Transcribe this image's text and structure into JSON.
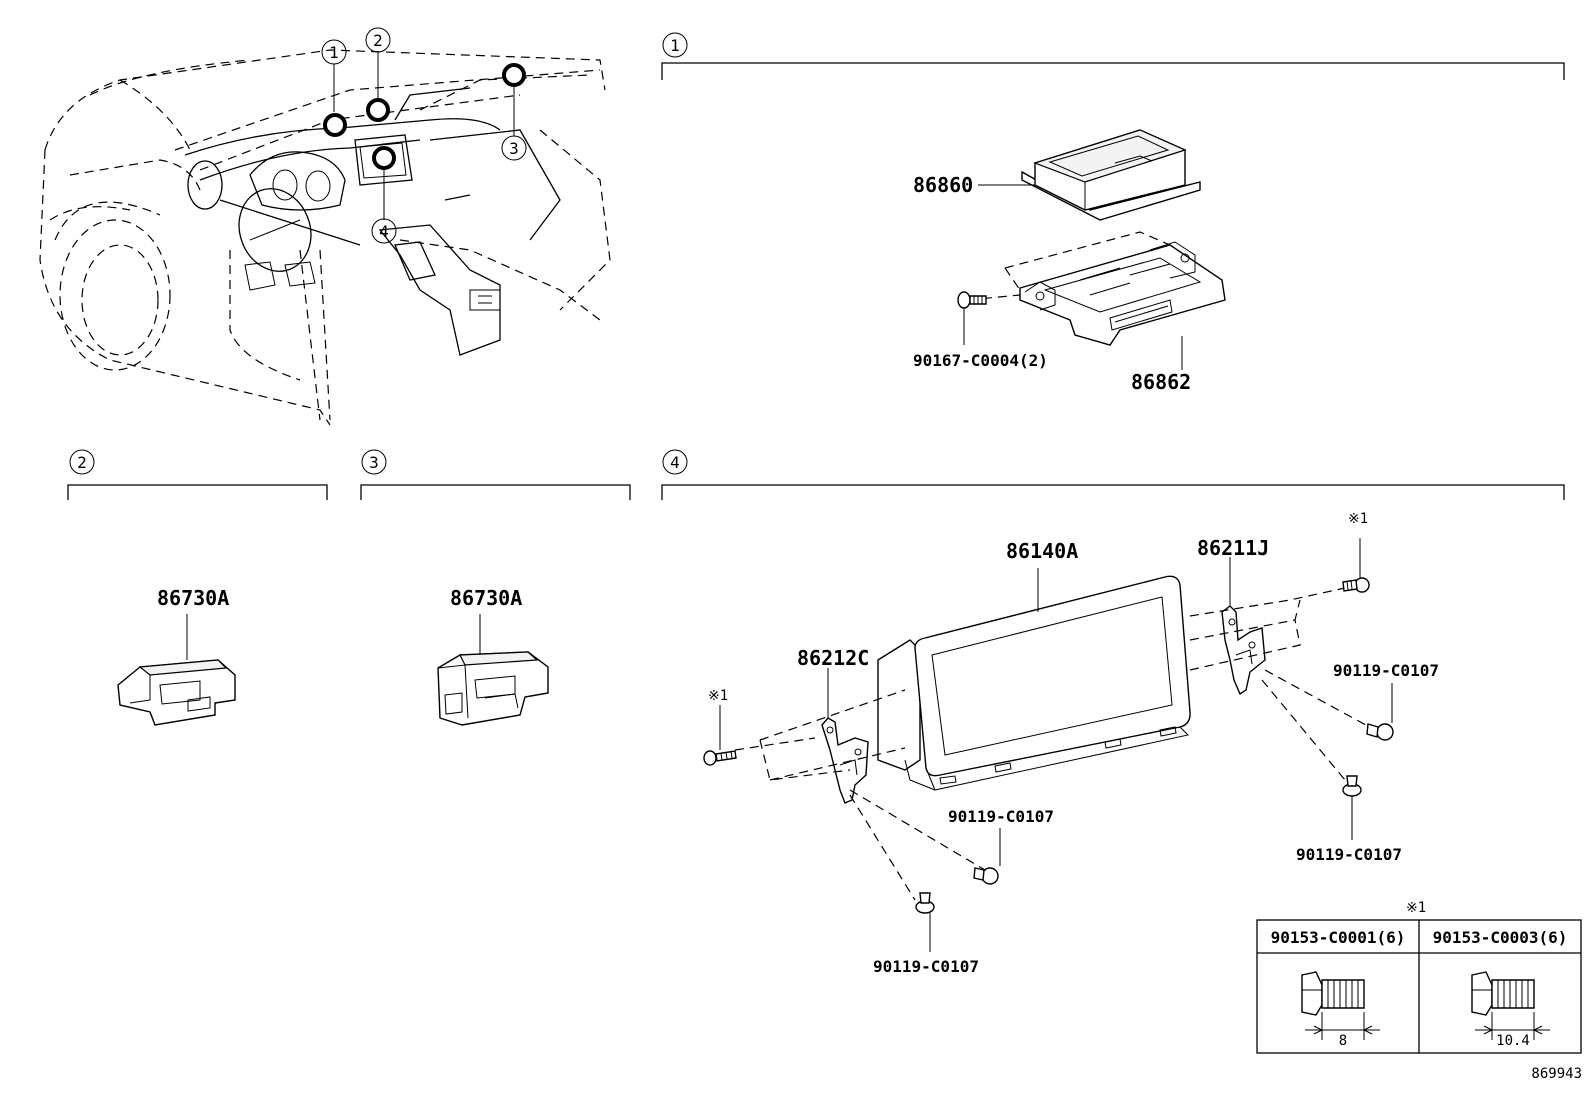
{
  "sections": {
    "s1": {
      "index": "1"
    },
    "s2": {
      "index": "2"
    },
    "s3": {
      "index": "3"
    },
    "s4": {
      "index": "4"
    }
  },
  "overview": {
    "callouts": [
      "1",
      "2",
      "3",
      "4"
    ]
  },
  "parts": {
    "p86860": "86860",
    "p86862": "86862",
    "p90167": "90167-C0004(2)",
    "p86730a_2": "86730A",
    "p86730a_3": "86730A",
    "p86140a": "86140A",
    "p86211j": "86211J",
    "p86212c": "86212C",
    "p90119_a": "90119-C0107",
    "p90119_b": "90119-C0107",
    "p90119_c": "90119-C0107",
    "p90119_d": "90119-C0107"
  },
  "note_mark": {
    "left": "※1",
    "right": "※1",
    "table": "※1"
  },
  "fastener_table": {
    "columns": [
      {
        "part": "90153-C0001(6)",
        "dimension": "8"
      },
      {
        "part": "90153-C0003(6)",
        "dimension": "10.4"
      }
    ]
  },
  "illustration_id": "869943"
}
